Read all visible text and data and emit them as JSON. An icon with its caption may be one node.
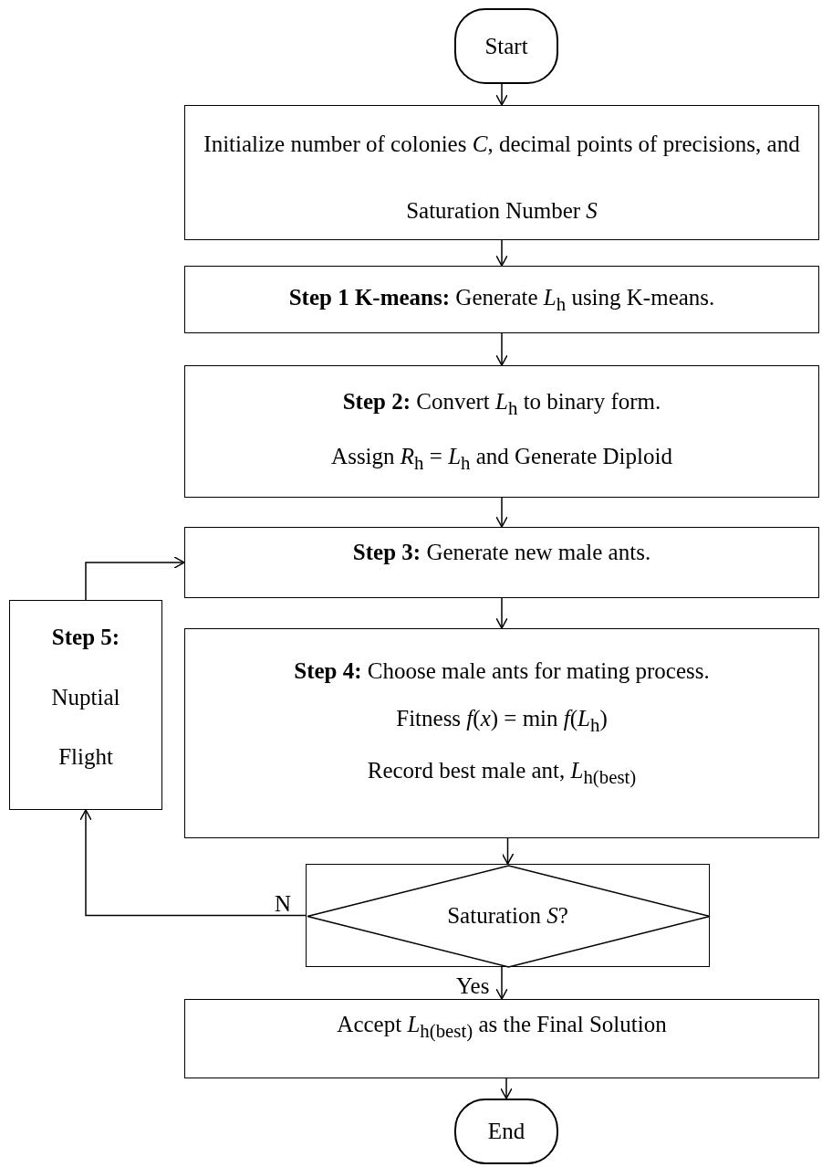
{
  "diagram": {
    "nodes": [
      {
        "text": [
          "Start"
        ]
      },
      {
        "text": [
          "Initialize number of colonies *C*, decimal points of precisions, and Saturation Number *S*"
        ]
      },
      {
        "text": [
          "**Step 1 K-means:** Generate *L*$_{h}$ using K-means."
        ]
      },
      {
        "text": [
          "**Step 2:** Convert *L*$_{h}$ to binary form.",
          "Assign *R*$_{h}$ = *L*$_{h}$ and Generate Diploid"
        ]
      },
      {
        "text": [
          "**Step 3:** Generate new male ants."
        ]
      },
      {
        "text": [
          "Step 5:",
          "Nuptial Flight"
        ]
      },
      {
        "text": [
          "**Step 4:** Choose male ants for mating process.",
          "Fitness *f*(*x*) = min *f*(*L*$_{h}$)",
          "Record best male ant, *L*$_{h(best)}$"
        ]
      },
      {
        "text": [
          "Saturation *S*?"
        ]
      },
      {
        "text": [
          "Accept *L*$_{h(best)}$ as the Final Solution"
        ]
      },
      {
        "text": [
          "End"
        ]
      }
    ],
    "edges": [
      {
        "from": 0,
        "to": 1,
        "arrow": "to"
      },
      {
        "from": 1,
        "to": 2,
        "arrow": "to"
      },
      {
        "from": 2,
        "to": 3,
        "arrow": "to"
      },
      {
        "from": 3,
        "to": 4,
        "arrow": "to"
      },
      {
        "from": 4,
        "to": 6,
        "arrow": "to"
      },
      {
        "from": 6,
        "to": 7,
        "arrow": "to"
      },
      {
        "from": 7,
        "to": 5,
        "arrow": "to",
        "label": "N"
      },
      {
        "from": 5,
        "to": 4,
        "arrow": "to"
      },
      {
        "from": 7,
        "to": 8,
        "arrow": "to",
        "label": "Yes"
      },
      {
        "from": 8,
        "to": 9,
        "arrow": "to"
      }
    ]
  }
}
